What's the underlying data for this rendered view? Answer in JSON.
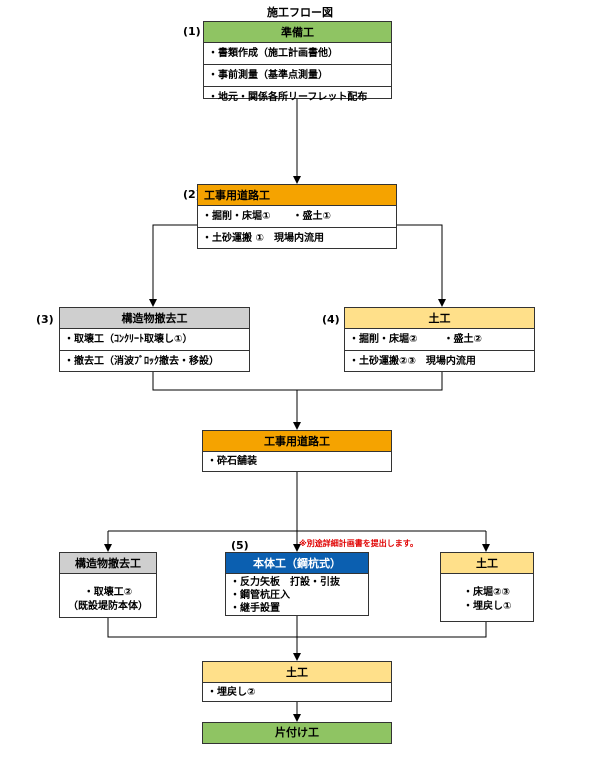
{
  "title": "施工フロー図",
  "steps": {
    "s1": "(1)",
    "s2": "(2)",
    "s3": "(3)",
    "s4": "(4)",
    "s5": "(5)"
  },
  "prep": {
    "title": "準備工",
    "items": [
      "・書類作成（施工計画書他）",
      "・事前測量（基準点測量）",
      "・地元・関係各所リーフレット配布"
    ]
  },
  "road1": {
    "title": "工事用道路工",
    "row1_a": "・掘削・床堀①",
    "row1_b": "・盛土①",
    "row2": "・土砂運搬 ①　現場内流用"
  },
  "demo1": {
    "title": "構造物撤去工",
    "items": [
      "・取壊工（ｺﾝｸﾘｰﾄ取壊し①）",
      "・撤去工（消波ﾌﾞﾛｯｸ撤去・移設）"
    ]
  },
  "earth1": {
    "title": "土工",
    "row1_a": "・掘削・床堀②",
    "row1_b": "・盛土②",
    "row2": "・土砂運搬②③　現場内流用"
  },
  "road2": {
    "title": "工事用道路工",
    "items": [
      "・砕石舗装"
    ]
  },
  "note": "※別途詳細計画書を提出します。",
  "demo2": {
    "title": "構造物撤去工",
    "items": [
      "・取壊工②",
      "（既設堤防本体）"
    ]
  },
  "main": {
    "title": "本体工（鋼杭式）",
    "items": [
      "・反力矢板　打設・引抜",
      "・鋼管杭圧入",
      "・継手設置"
    ]
  },
  "earth2": {
    "title": "土工",
    "items": [
      "・床堀②③",
      "・埋戻し①"
    ]
  },
  "earth3": {
    "title": "土工",
    "items": [
      "・埋戻し②"
    ]
  },
  "cleanup": {
    "title": "片付け工"
  },
  "colors": {
    "green": "#8fc463",
    "orange": "#f5a300",
    "gray": "#cfcfcf",
    "yellow": "#ffe08a",
    "blue": "#0b5fb0",
    "note_red": "#e00000"
  }
}
